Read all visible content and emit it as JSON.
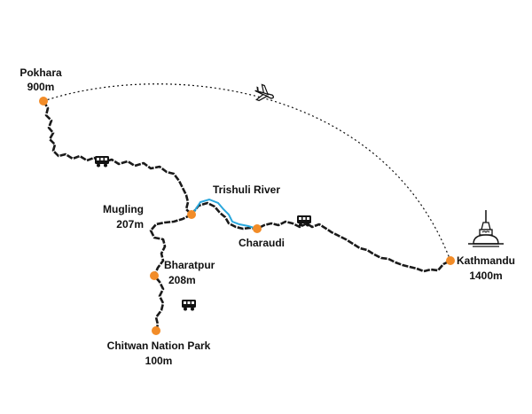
{
  "places": {
    "pokhara": {
      "name": "Pokhara",
      "elevation": "900m"
    },
    "kathmandu": {
      "name": "Kathmandu",
      "elevation": "1400m"
    },
    "mugling": {
      "name": "Mugling",
      "elevation": "207m"
    },
    "bharatpur": {
      "name": "Bharatpur",
      "elevation": "208m"
    },
    "chitwan": {
      "name": "Chitwan Nation Park",
      "elevation": "100m"
    },
    "charaudi": {
      "name": "Charaudi"
    }
  },
  "features": {
    "river": "Trishuli River"
  },
  "colors": {
    "marker": "#f28c28",
    "river": "#2aa7dc",
    "road": "#1a1a1a"
  },
  "icons": [
    "bus-icon",
    "airplane-icon",
    "stupa-icon"
  ]
}
